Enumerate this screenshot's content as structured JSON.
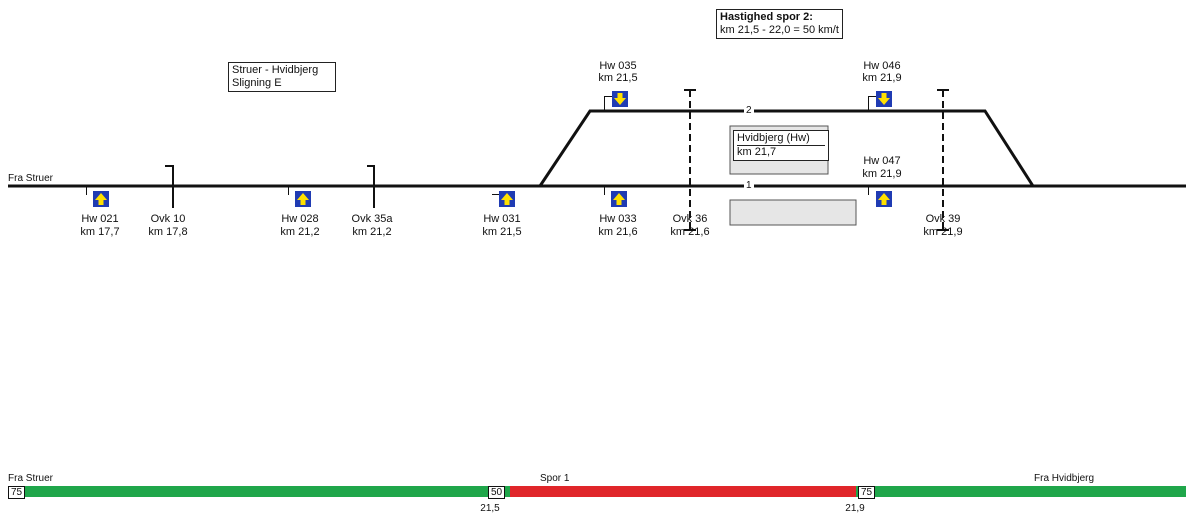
{
  "title_box": {
    "line1": "Struer - Hvidbjerg",
    "line2": "Sligning E"
  },
  "speed_box": {
    "line1": "Hastighed spor 2:",
    "line2": "km 21,5 - 22,0 = 50 km/t"
  },
  "station_box": {
    "name": "Hvidbjerg (Hw)",
    "km": "km 21,7"
  },
  "track_labels": {
    "from_left": "Fra Struer",
    "track1": "1",
    "track2": "2"
  },
  "signals_below": [
    {
      "name": "Hw 021",
      "km": "km 17,7",
      "direction": "up"
    },
    {
      "name": "Hw 028",
      "km": "km 21,2",
      "direction": "up"
    },
    {
      "name": "Hw 031",
      "km": "km 21,5",
      "direction": "up"
    },
    {
      "name": "Hw 033",
      "km": "km 21,6",
      "direction": "up"
    }
  ],
  "signals_above": [
    {
      "name": "Hw 035",
      "km": "km 21,5",
      "direction": "down"
    },
    {
      "name": "Hw 046",
      "km": "km 21,9",
      "direction": "down"
    },
    {
      "name": "Hw 047",
      "km": "km 21,9",
      "direction": "up"
    }
  ],
  "crossings": [
    {
      "name": "Ovk 10",
      "km": "km 17,8"
    },
    {
      "name": "Ovk 35a",
      "km": "km 21,2"
    },
    {
      "name": "Ovk 36",
      "km": "km 21,6"
    },
    {
      "name": "Ovk 39",
      "km": "km 21,9"
    }
  ],
  "speed_profile": {
    "left_label": "Fra Struer",
    "center_label": "Spor 1",
    "right_label": "Fra Hvidbjerg",
    "segments": [
      {
        "speed": "75",
        "color": "#1fa64a"
      },
      {
        "speed": "50",
        "color": "#e0262a"
      },
      {
        "speed": "75",
        "color": "#1fa64a"
      }
    ],
    "km_marks": [
      "21,5",
      "21,9"
    ]
  },
  "colors": {
    "signal": "#1f3bb3",
    "arrow": "#ffe000",
    "platform": "#e6e6e6"
  }
}
